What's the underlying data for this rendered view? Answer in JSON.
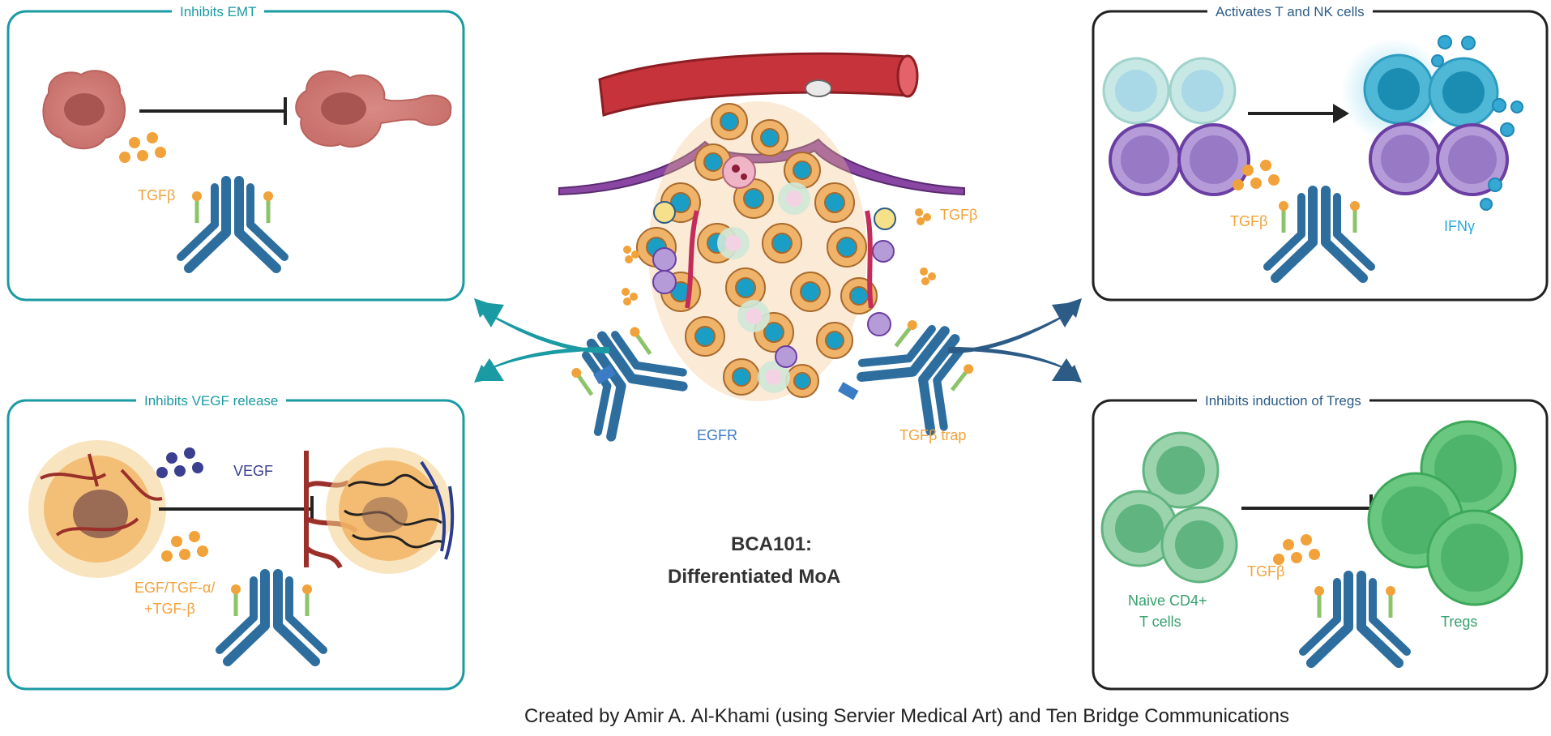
{
  "panels": {
    "emt": {
      "title": "Inhibits EMT",
      "ligand": "TGFβ"
    },
    "vegf": {
      "title": "Inhibits VEGF release",
      "vegf_label": "VEGF",
      "ligand_line1": "EGF/TGF-α/",
      "ligand_line2": "+TGF-β"
    },
    "tnk": {
      "title": "Activates T and NK cells",
      "ligand": "TGFβ",
      "cytokine": "IFNγ"
    },
    "tregs": {
      "title": "Inhibits induction of Tregs",
      "ligand": "TGFβ",
      "naive_line1": "Naive CD4+",
      "naive_line2": "T cells",
      "tregs_label": "Tregs"
    }
  },
  "center": {
    "tgfb_label": "TGFβ",
    "egfr_label": "EGFR",
    "trap_label": "TGFβ trap",
    "title_line1": "BCA101:",
    "title_line2": "Differentiated MoA"
  },
  "credit": "Created by Amir A. Al-Khami (using Servier Medical Art) and Ten Bridge Communications",
  "colors": {
    "teal": "#1a9aa3",
    "navy": "#2c5b86",
    "orange": "#f2a23a",
    "green_text": "#36a06c",
    "cyan_text": "#29a9d9",
    "vegf_purple": "#3a3f8f",
    "egfr_blue": "#3b7cc4"
  },
  "icons": [
    "antibody-icon",
    "tumor-cell-icon",
    "blood-vessel-icon",
    "t-cell-icon",
    "nk-cell-icon",
    "treg-cell-icon",
    "inhibition-arrow-icon",
    "activation-arrow-icon"
  ]
}
